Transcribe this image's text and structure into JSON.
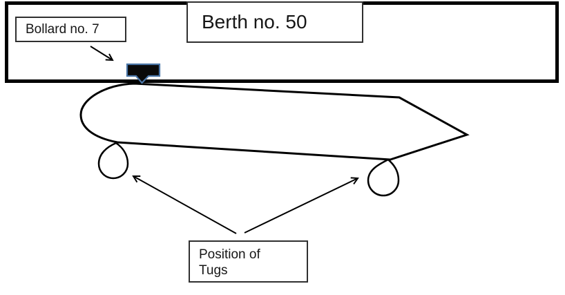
{
  "labels": {
    "berth": "Berth no. 50",
    "bollard": "Bollard no. 7",
    "tugs_line1": "Position of",
    "tugs_line2": "Tugs"
  },
  "colors": {
    "outline": "#000000",
    "background": "#ffffff",
    "text": "#161616",
    "label_border": "#2f2f2f",
    "bollard_fill": "#0a0a0a",
    "bollard_border": "#4a76a8"
  },
  "shapes": {
    "berth_area": "quay-edge-rectangle",
    "ship": "vessel-hull-outline",
    "bollard": "bollard-down-callout-marker",
    "tug_left": "teardrop-tug-port-aft",
    "tug_right": "teardrop-tug-port-forward",
    "annotations": [
      "bollard-pointer-arrow",
      "tug-pointer-arrow-left",
      "tug-pointer-arrow-right"
    ]
  }
}
